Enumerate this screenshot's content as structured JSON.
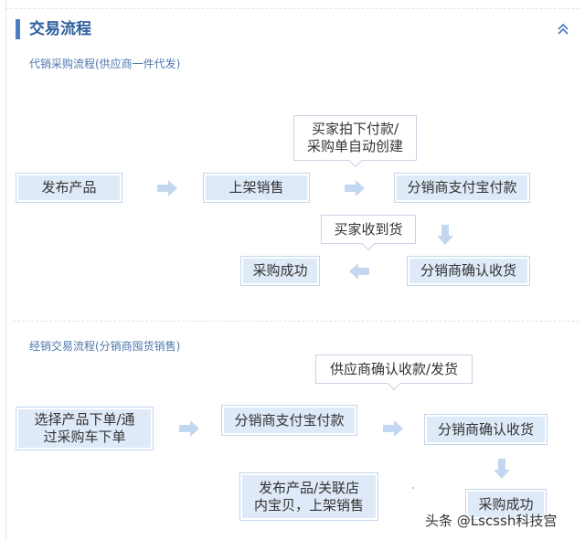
{
  "section_title": "交易流程",
  "dropship": {
    "subtitle": "代销采购流程(供应商一件代发)",
    "boxes": {
      "publish": "发布产品",
      "listing": "上架销售",
      "pay": "分销商支付宝付款",
      "confirm": "分销商确认收货",
      "success": "采购成功"
    },
    "bubbles": {
      "buyer_pay_line1": "买家拍下付款/",
      "buyer_pay_line2": "采购单自动创建",
      "buyer_received": "买家收到货"
    }
  },
  "distribution": {
    "subtitle": "经销交易流程(分销商囤货销售)",
    "boxes": {
      "select_line1": "选择产品下单/通",
      "select_line2": "过采购车下单",
      "pay": "分销商支付宝付款",
      "confirm": "分销商确认收货",
      "success": "采购成功",
      "publish_line1": "发布产品/关联店",
      "publish_line2": "内宝贝，上架销售"
    },
    "bubbles": {
      "supplier_confirm": "供应商确认收款/发货"
    }
  },
  "watermark": "头条 @Lscssh科技宫",
  "colors": {
    "box_fill": "#dfeaf8",
    "box_border": "#c4d6ee",
    "arrow": "#c3d8f0",
    "title": "#2e5f9e"
  }
}
